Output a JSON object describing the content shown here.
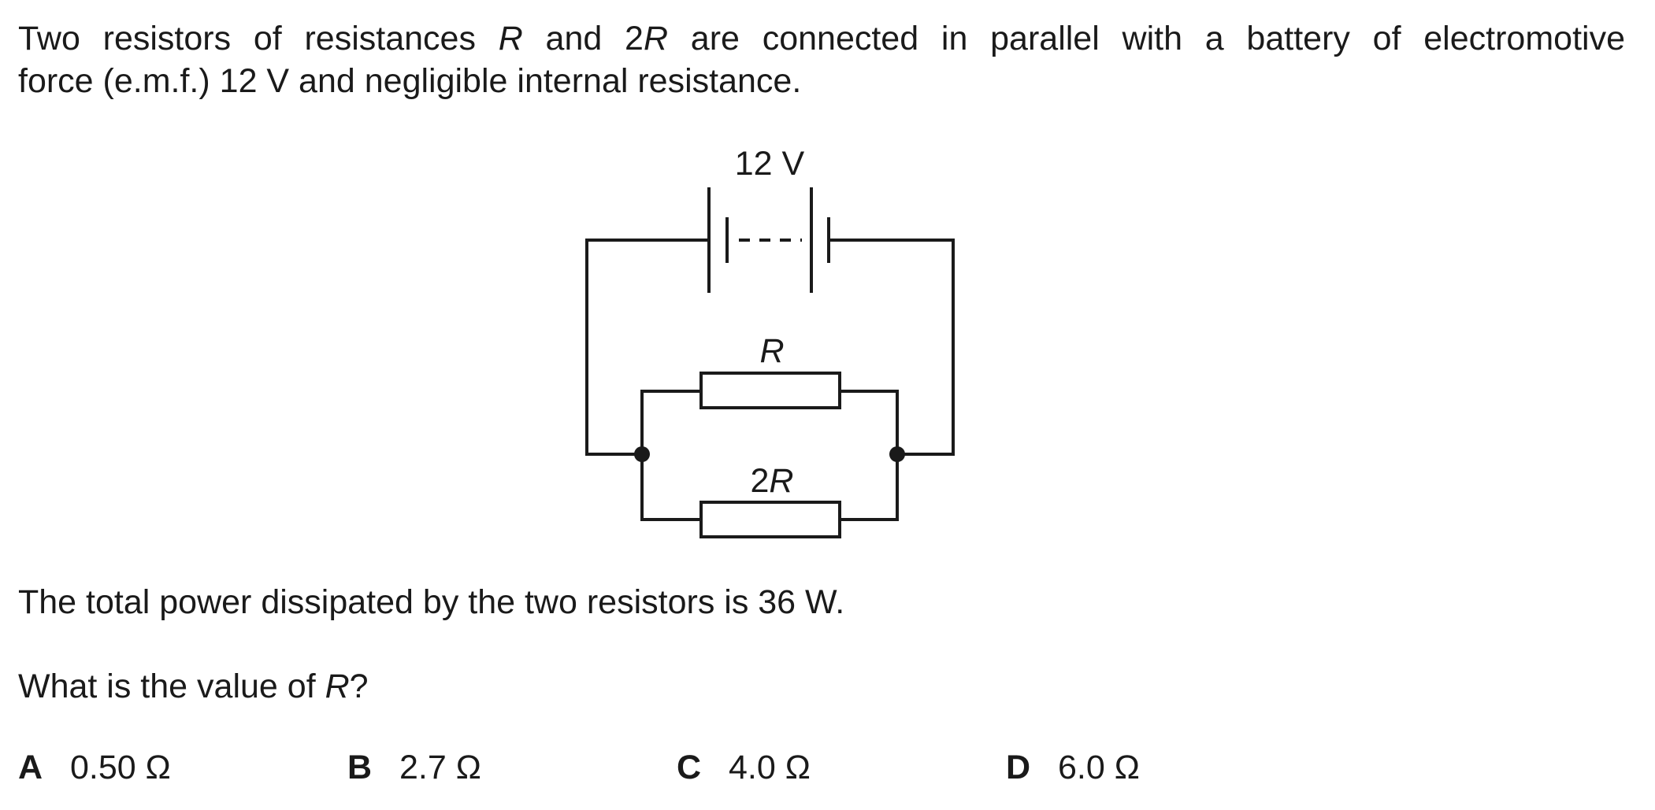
{
  "intro": {
    "p1": "Two resistors of resistances ",
    "r": "R",
    "p2": " and 2",
    "r2": "R",
    "p3": " are connected in parallel with a battery of electromotive",
    "line2": "force (e.m.f.) 12 V and negligible internal resistance."
  },
  "circuit": {
    "battery_label": "12 V",
    "resistor1_label": "R",
    "resistor2_label_num": "2",
    "resistor2_label_var": "R"
  },
  "statement": "The total power dissipated by the two resistors is 36 W.",
  "question": {
    "pre": "What is the value of ",
    "var": "R",
    "post": "?"
  },
  "options": [
    {
      "letter": "A",
      "value": "0.50 Ω"
    },
    {
      "letter": "B",
      "value": "2.7 Ω"
    },
    {
      "letter": "C",
      "value": "4.0 Ω"
    },
    {
      "letter": "D",
      "value": "6.0 Ω"
    }
  ]
}
